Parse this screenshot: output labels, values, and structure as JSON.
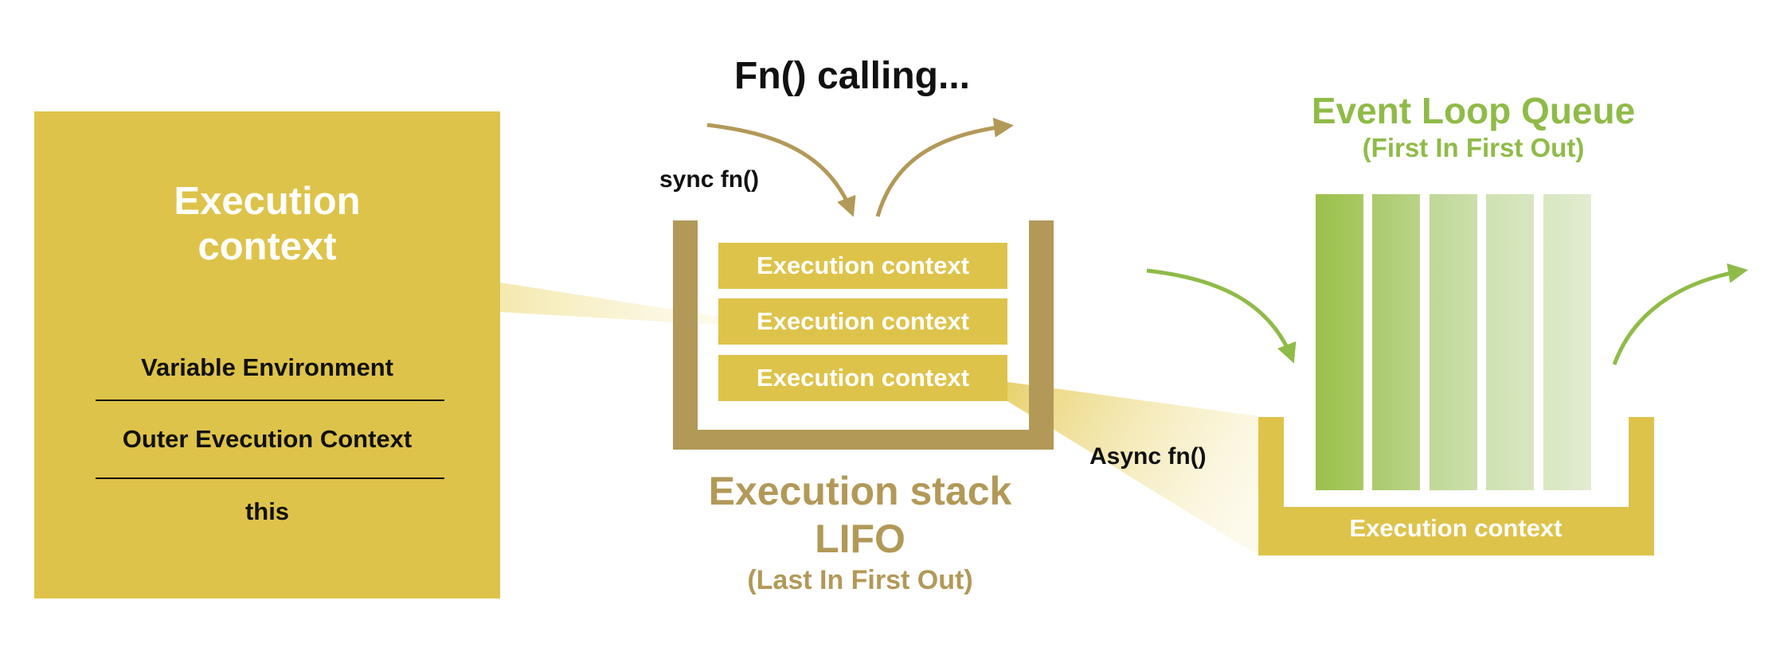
{
  "header": {
    "title": "Fn() calling..."
  },
  "context_card": {
    "title_line1": "Execution",
    "title_line2": "context",
    "rows": [
      "Variable Environment",
      "Outer Evecution Context",
      "this"
    ]
  },
  "labels": {
    "sync": "sync fn()",
    "async": "Async fn()"
  },
  "stack": {
    "items": [
      "Execution context",
      "Execution context",
      "Execution context"
    ],
    "title_line1": "Execution stack",
    "title_line2": "LIFO",
    "subtitle": "(Last In First Out)"
  },
  "event_loop": {
    "title": "Event Loop Queue",
    "subtitle": "(First In First Out)",
    "item": "Execution context",
    "bar_colors": [
      "#9bc04c",
      "#b2cf7c",
      "#c5dba0",
      "#d4e4b9",
      "#ddeaca"
    ]
  },
  "colors": {
    "gold": "#dec34a",
    "bronze": "#b29958",
    "green": "#8fbb48"
  }
}
